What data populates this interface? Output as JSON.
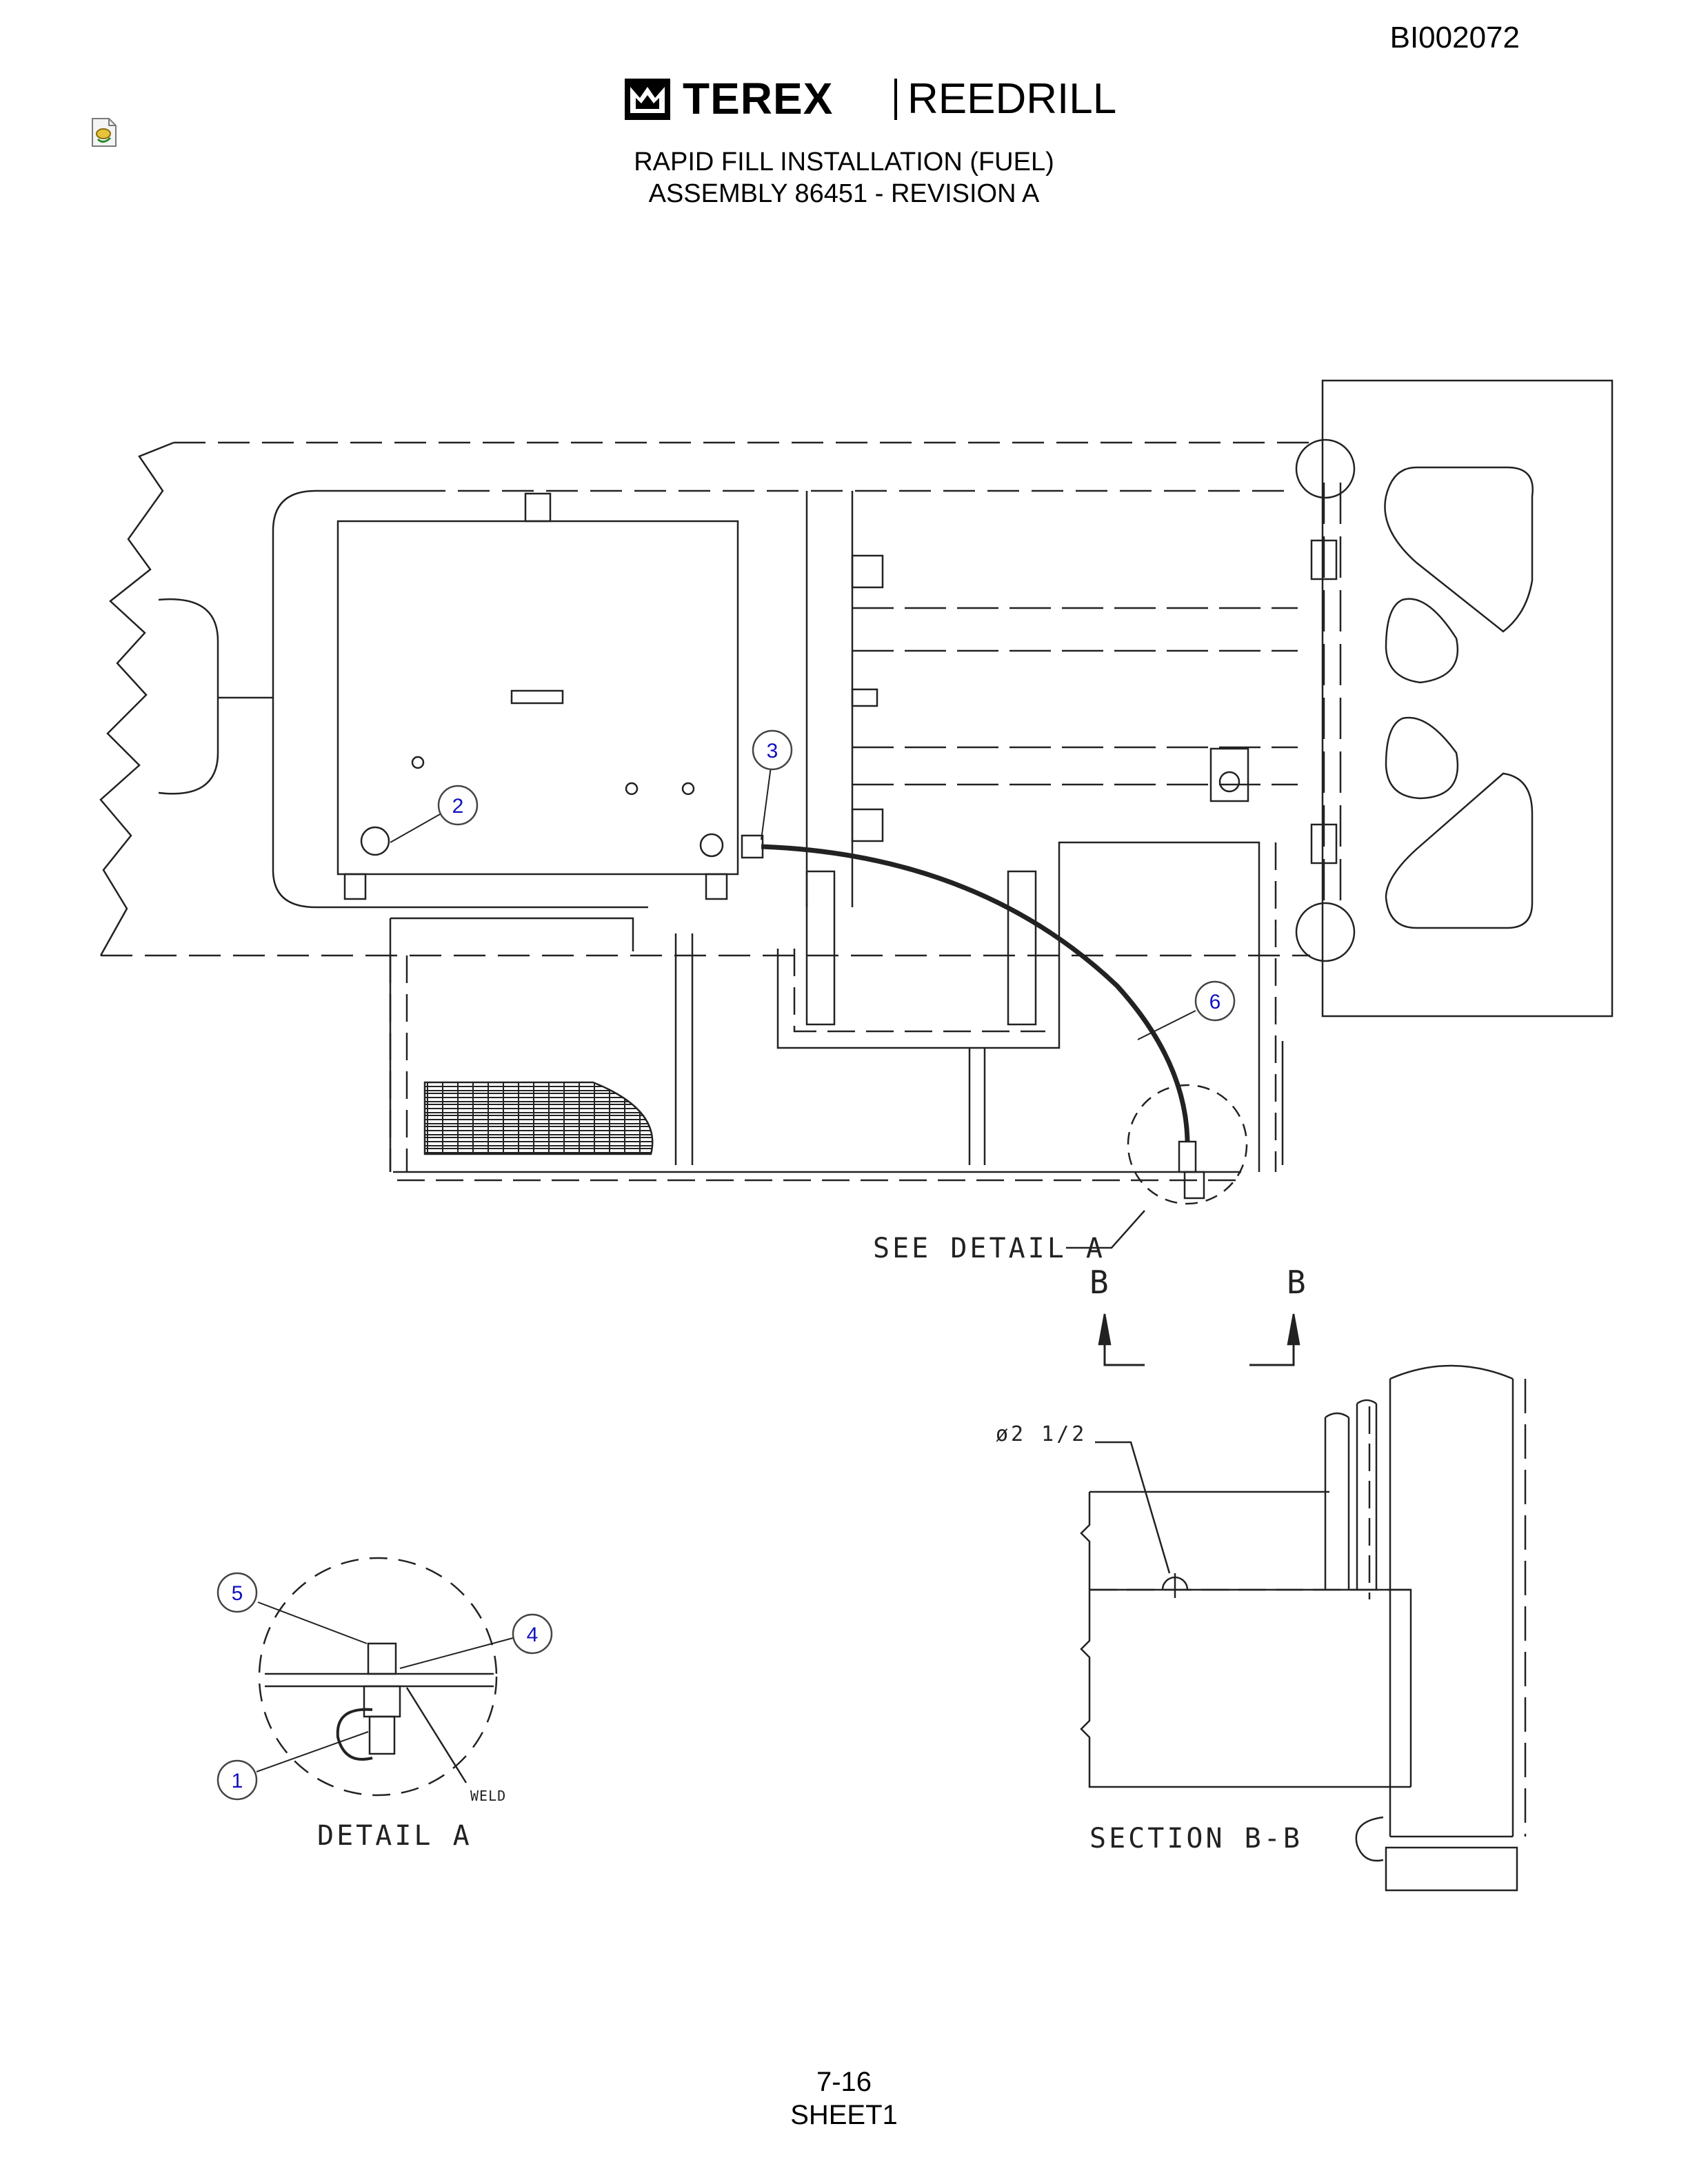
{
  "header": {
    "doc_id": "BI002072",
    "brand_left": "TEREX",
    "brand_right": "REEDRILL",
    "icons": {
      "logo": "terex-crown-icon",
      "file": "attachment-file-icon"
    }
  },
  "title": {
    "line1": "RAPID FILL INSTALLATION (FUEL)",
    "line2": "ASSEMBLY 86451 - REVISION A"
  },
  "drawing": {
    "callouts": [
      "1",
      "2",
      "3",
      "4",
      "5",
      "6"
    ],
    "see_detail": "SEE DETAIL A",
    "section_mark_left": "B",
    "section_mark_right": "B",
    "dimension": "ø2 1/2",
    "weld_note": "WELD",
    "detail_label": "DETAIL A",
    "section_label": "SECTION B-B",
    "callout_color": "#1010c0"
  },
  "footer": {
    "page": "7-16",
    "sheet": "SHEET1"
  }
}
